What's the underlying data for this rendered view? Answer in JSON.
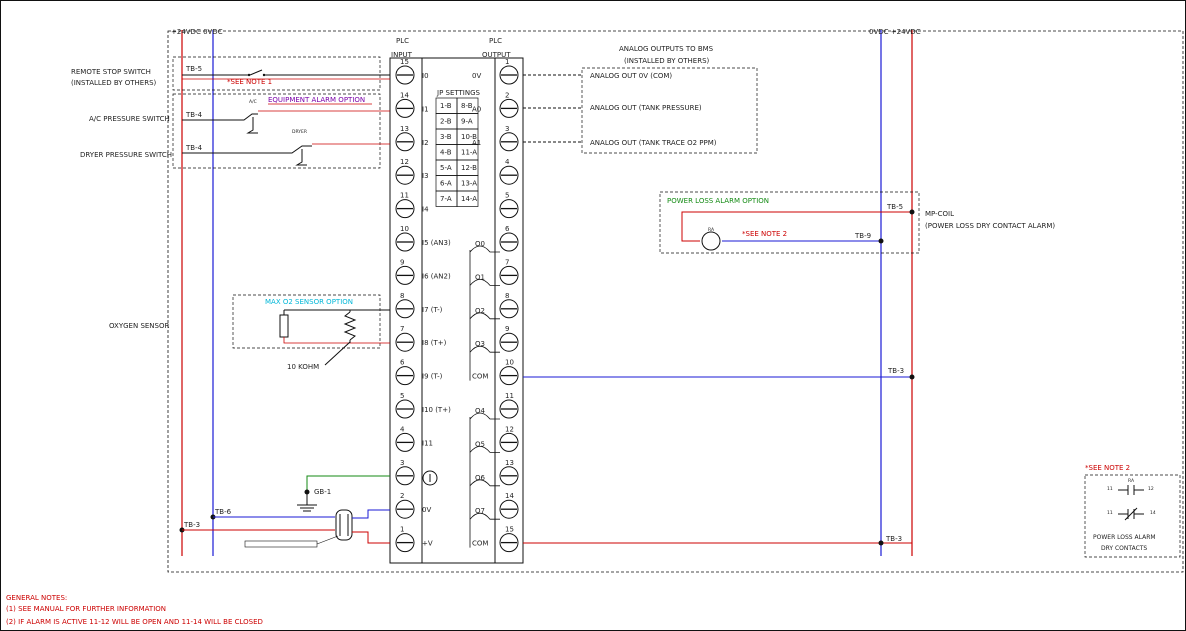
{
  "power": {
    "left_top_label": "+24VDC 0VDC",
    "right_top_label": "0VDC +24VDC"
  },
  "plc": {
    "input_header": [
      "PLC",
      "INPUT"
    ],
    "output_header": [
      "PLC",
      "OUTPUT"
    ],
    "input_terminals": [
      {
        "num": "15",
        "label": "I0"
      },
      {
        "num": "14",
        "label": "I1"
      },
      {
        "num": "13",
        "label": "I2"
      },
      {
        "num": "12",
        "label": "I3"
      },
      {
        "num": "11",
        "label": "I4"
      },
      {
        "num": "10",
        "label": "I5 (AN3)"
      },
      {
        "num": "9",
        "label": "I6 (AN2)"
      },
      {
        "num": "8",
        "label": "I7 (T-)"
      },
      {
        "num": "7",
        "label": "I8 (T+)"
      },
      {
        "num": "6",
        "label": "I9 (T-)"
      },
      {
        "num": "5",
        "label": "I10 (T+)"
      },
      {
        "num": "4",
        "label": "I11"
      },
      {
        "num": "3",
        "label": ""
      },
      {
        "num": "2",
        "label": "0V"
      },
      {
        "num": "1",
        "label": "+V"
      }
    ],
    "output_terminals": [
      {
        "num": "1",
        "label": "0V"
      },
      {
        "num": "2",
        "label": "A0"
      },
      {
        "num": "3",
        "label": "A1"
      },
      {
        "num": "4",
        "label": ""
      },
      {
        "num": "5",
        "label": ""
      },
      {
        "num": "6",
        "label": ""
      },
      {
        "num": "7",
        "label": ""
      },
      {
        "num": "8",
        "label": ""
      },
      {
        "num": "9",
        "label": ""
      },
      {
        "num": "10",
        "label": "COM"
      },
      {
        "num": "11",
        "label": ""
      },
      {
        "num": "12",
        "label": ""
      },
      {
        "num": "13",
        "label": ""
      },
      {
        "num": "14",
        "label": ""
      },
      {
        "num": "15",
        "label": "COM"
      }
    ],
    "relay_outputs": [
      "O0",
      "O1",
      "O2",
      "O3",
      "O4",
      "O5",
      "O6",
      "O7"
    ]
  },
  "jp_settings": {
    "title": "JP SETTINGS",
    "rows": [
      [
        "1-B",
        "8-B"
      ],
      [
        "2-B",
        "9-A"
      ],
      [
        "3-B",
        "10-B"
      ],
      [
        "4-B",
        "11-A"
      ],
      [
        "5-A",
        "12-B"
      ],
      [
        "6-A",
        "13-A"
      ],
      [
        "7-A",
        "14-A"
      ]
    ]
  },
  "left_devices": {
    "remote_stop": [
      "REMOTE STOP SWITCH",
      "(INSTALLED BY OTHERS)"
    ],
    "ac_pressure": "A/C PRESSURE SWITCH",
    "dryer_pressure": "DRYER PRESSURE SWITCH",
    "oxygen_sensor": "OXYGEN SENSOR",
    "see_note_1": "*SEE NOTE 1",
    "equipment_alarm_option": "EQUIPMENT ALARM OPTION",
    "max_o2_option": "MAX O2 SENSOR OPTION",
    "ac_switch_tag": "A/C",
    "dryer_switch_tag": "DRYER",
    "ohm_label": "10 KOHM",
    "gb_label": "GB-1",
    "tb_labels": [
      "TB-5",
      "TB-4",
      "TB-4",
      "TB-6",
      "TB-3"
    ]
  },
  "analog_outputs": {
    "title": [
      "ANALOG OUTPUTS TO BMS",
      "(INSTALLED BY OTHERS)"
    ],
    "items": [
      "ANALOG OUT 0V (COM)",
      "ANALOG OUT (TANK PRESSURE)",
      "ANALOG OUT (TANK TRACE O2 PPM)"
    ]
  },
  "power_loss": {
    "title": "POWER LOSS ALARM OPTION",
    "see_note_2": "*SEE NOTE 2",
    "coil_label": [
      "MP-COIL",
      "(POWER LOSS DRY CONTACT ALARM)"
    ],
    "tb5": "TB-5",
    "tb9": "TB-9",
    "relay_tag": "RA"
  },
  "right_tb": [
    "TB-3",
    "TB-3"
  ],
  "note2_box": {
    "title": "*SEE NOTE 2",
    "contacts": [
      "11",
      "12",
      "11",
      "14"
    ],
    "contact_tag": "RA",
    "caption": [
      "POWER LOSS ALARM",
      "DRY CONTACTS"
    ]
  },
  "general_notes": {
    "title": "GENERAL NOTES:",
    "items": [
      "(1) SEE MANUAL FOR FURTHER INFORMATION",
      "(2) IF ALARM IS ACTIVE 11-12 WILL BE OPEN AND 11-14 WILL BE CLOSED"
    ]
  },
  "colors": {
    "positive": "#cc0000",
    "negative": "#1a1ad6",
    "ground": "#138a13",
    "accent": "#00b7d8"
  }
}
